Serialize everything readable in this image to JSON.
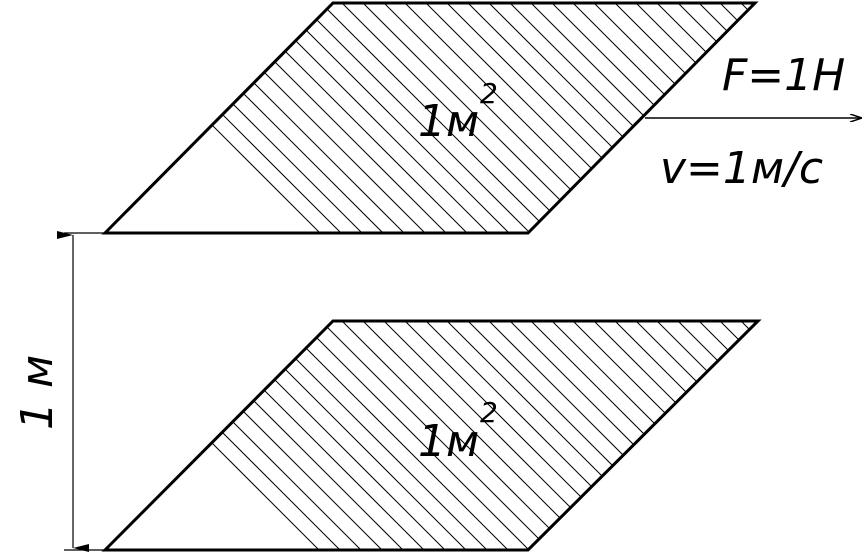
{
  "diagram": {
    "plate_top": {
      "area_text": "1м",
      "area_exp": "2"
    },
    "plate_bottom": {
      "area_text": "1м",
      "area_exp": "2"
    },
    "force_label": "F=1H",
    "velocity_label": "v=1м/с",
    "distance_label": "1 м",
    "colors": {
      "stroke": "#000000",
      "hatch": "#000000",
      "background": "#ffffff"
    }
  }
}
